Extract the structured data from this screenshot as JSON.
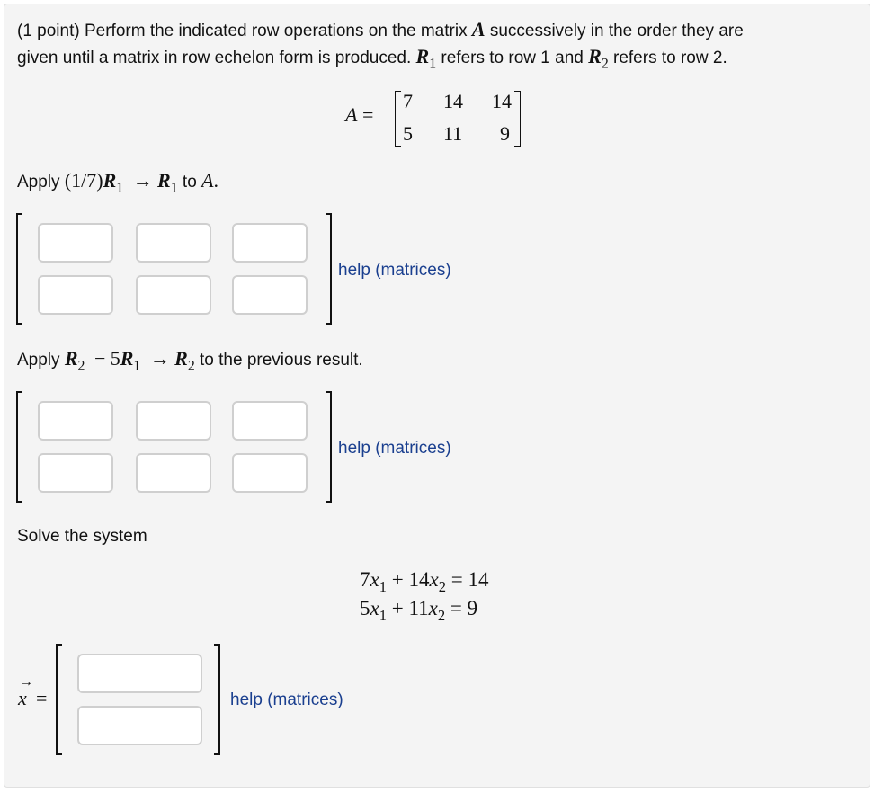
{
  "problem": {
    "intro_line1_prefix": "(1 point) Perform the indicated row operations on the matrix ",
    "intro_line1_var": "A",
    "intro_line1_suffix": " successively in the order they are",
    "intro_line2_prefix": "given until a matrix in row echelon form is produced. ",
    "intro_line2_r1": "R",
    "intro_line2_r1_sub": "1",
    "intro_line2_mid": " refers to row 1 and ",
    "intro_line2_r2": "R",
    "intro_line2_r2_sub": "2",
    "intro_line2_suffix": " refers to row 2."
  },
  "matrix_A": {
    "label": "A =",
    "rows": [
      [
        "7",
        "14",
        "14"
      ],
      [
        "5",
        "11",
        "9"
      ]
    ]
  },
  "step1": {
    "prefix": "Apply ",
    "op_lhs": "(1/7)",
    "r": "R",
    "r_sub": "1",
    "arrow": "→",
    "target": "R",
    "target_sub": "1",
    "mid": " to ",
    "var": "A",
    "suffix": ".",
    "inputs": [
      [
        "",
        "",
        ""
      ],
      [
        "",
        "",
        ""
      ]
    ],
    "help_label": "help (matrices)"
  },
  "step2": {
    "prefix": "Apply ",
    "r2": "R",
    "r2_sub": "2",
    "minus": "−",
    "coef": "5",
    "r1": "R",
    "r1_sub": "1",
    "arrow": "→",
    "target": "R",
    "target_sub": "2",
    "suffix": " to the previous result.",
    "inputs": [
      [
        "",
        "",
        ""
      ],
      [
        "",
        "",
        ""
      ]
    ],
    "help_label": "help (matrices)"
  },
  "solve": {
    "label": "Solve the system",
    "equations": [
      {
        "c1": "7",
        "v1": "x",
        "s1": "1",
        "op": "+",
        "c2": "14",
        "v2": "x",
        "s2": "2",
        "eq": "=",
        "rhs": "14"
      },
      {
        "c1": "5",
        "v1": "x",
        "s1": "1",
        "op": "+",
        "c2": "11",
        "v2": "x",
        "s2": "2",
        "eq": "=",
        "rhs": "9"
      }
    ],
    "vector_label_var": "x",
    "vector_label_arrow": "→",
    "vector_label_eq": "=",
    "inputs": [
      "",
      ""
    ],
    "help_label": "help (matrices)"
  },
  "colors": {
    "panel_bg": "#f4f4f4",
    "link": "#1a3f8f",
    "input_border": "#cfcfcf"
  }
}
